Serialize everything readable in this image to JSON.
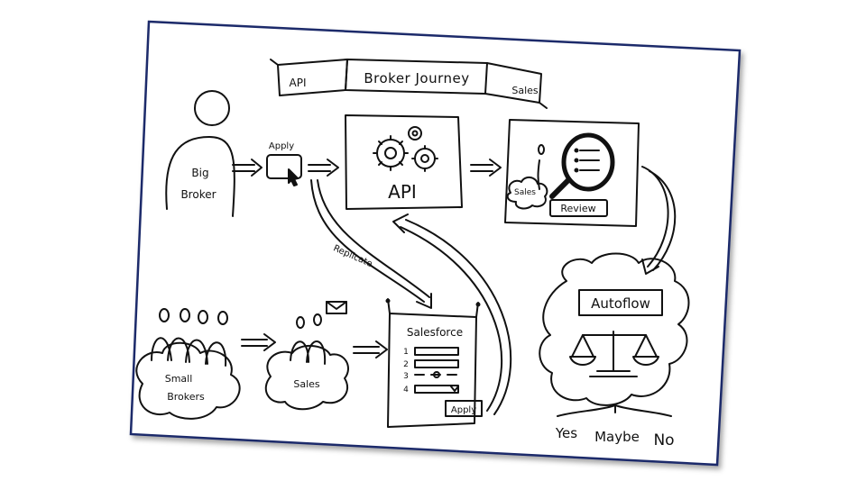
{
  "banner": {
    "title": "Broker Journey",
    "left_flag": "API",
    "right_flag": "Sales"
  },
  "big_broker": {
    "line1": "Big",
    "line2": "Broker"
  },
  "apply_label": "Apply",
  "api_box_label": "API",
  "review": {
    "sales_label": "Sales",
    "button_label": "Review"
  },
  "replicate_label": "Replicate",
  "small_brokers": {
    "line1": "Small",
    "line2": "Brokers"
  },
  "sales_group_label": "Sales",
  "salesforce": {
    "title": "Salesforce",
    "rows": [
      "1",
      "2",
      "3",
      "4"
    ],
    "apply_button": "Apply"
  },
  "autoflow": {
    "title": "Autoflow",
    "outcomes": [
      "Yes",
      "Maybe",
      "No"
    ]
  },
  "colors": {
    "ink": "#111111",
    "paper": "#ffffff",
    "frame": "#1b2a6b"
  },
  "icons": [
    "person-icon",
    "cursor-icon",
    "gears-icon",
    "magnifier-icon",
    "envelope-icon",
    "scales-icon",
    "cloud-icon"
  ]
}
